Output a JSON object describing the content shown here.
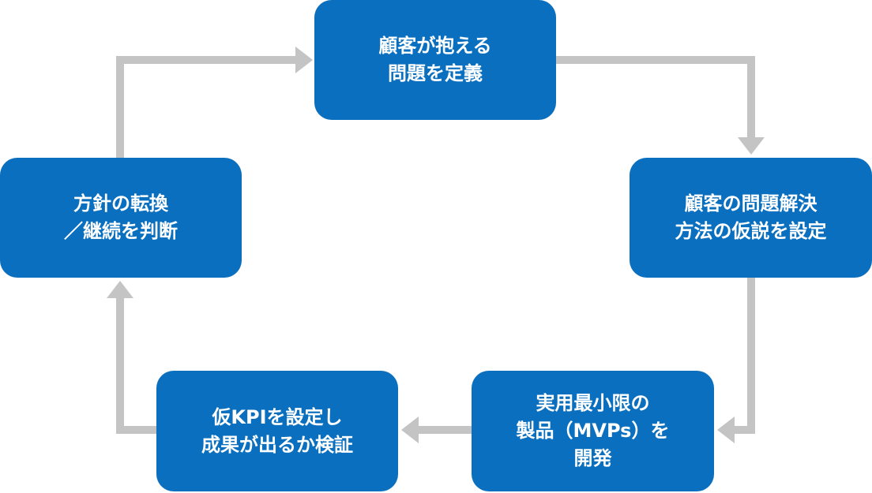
{
  "colors": {
    "node_fill": "#0a6fbe",
    "node_text": "#ffffff",
    "arrow": "#c4c4c4"
  },
  "cycle": {
    "nodes": [
      {
        "lines": [
          "顧客が抱える",
          "問題を定義"
        ]
      },
      {
        "lines": [
          "顧客の問題解決",
          "方法の仮説を設定"
        ]
      },
      {
        "lines": [
          "実用最小限の",
          "製品（MVPs）を",
          "開発"
        ]
      },
      {
        "lines": [
          "仮KPIを設定し",
          "成果が出るか検証"
        ]
      },
      {
        "lines": [
          "方針の転換",
          "／継続を判断"
        ]
      }
    ],
    "edges": [
      {
        "from": 0,
        "to": 1
      },
      {
        "from": 1,
        "to": 2
      },
      {
        "from": 2,
        "to": 3
      },
      {
        "from": 3,
        "to": 4
      },
      {
        "from": 4,
        "to": 0
      }
    ]
  }
}
